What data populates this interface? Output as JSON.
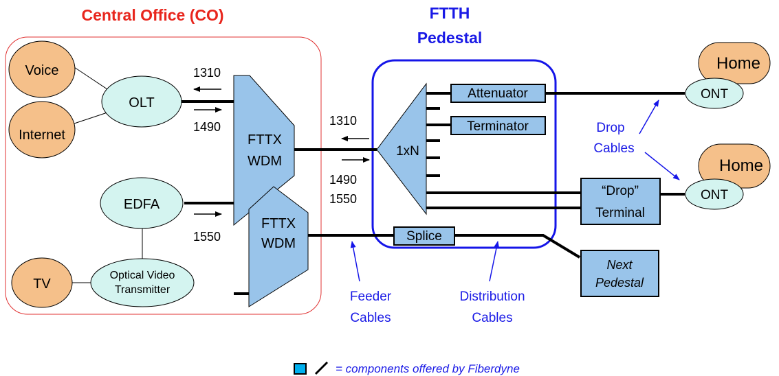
{
  "title_co": "Central Office (CO)",
  "title_pedestal_1": "FTTH",
  "title_pedestal_2": "Pedestal",
  "nodes": {
    "voice": "Voice",
    "internet": "Internet",
    "olt": "OLT",
    "edfa": "EDFA",
    "tv": "TV",
    "ovt_1": "Optical Video",
    "ovt_2": "Transmitter",
    "wdm1_1": "FTTX",
    "wdm1_2": "WDM",
    "wdm2_1": "FTTX",
    "wdm2_2": "WDM",
    "splitter": "1xN",
    "attenuator": "Attenuator",
    "terminator": "Terminator",
    "splice": "Splice",
    "drop_terminal_1": "“Drop”",
    "drop_terminal_2": "Terminal",
    "next_pedestal_1": "Next",
    "next_pedestal_2": "Pedestal",
    "home_1": "Home",
    "home_2": "Home",
    "ont_1": "ONT",
    "ont_2": "ONT"
  },
  "wavelengths": {
    "co_up": "1310",
    "co_down": "1490",
    "co_video": "1550",
    "ped_up": "1310",
    "ped_down_1": "1490",
    "ped_down_2": "1550"
  },
  "labels": {
    "drop_1": "Drop",
    "drop_2": "Cables",
    "feeder_1": "Feeder",
    "feeder_2": "Cables",
    "dist_1": "Distribution",
    "dist_2": "Cables"
  },
  "legend_text": "= components offered by Fiberdyne",
  "colors": {
    "co_title": "#e8251c",
    "pedestal_title": "#1a1ae6",
    "pedestal_border": "#1515e8",
    "co_border": "#e03030",
    "orange_fill": "#f5c08a",
    "cyan_fill": "#d4f4f0",
    "blue_fill": "#99c4ea",
    "legend_square": "#00b0ef",
    "blue_text": "#1a1ae6"
  }
}
